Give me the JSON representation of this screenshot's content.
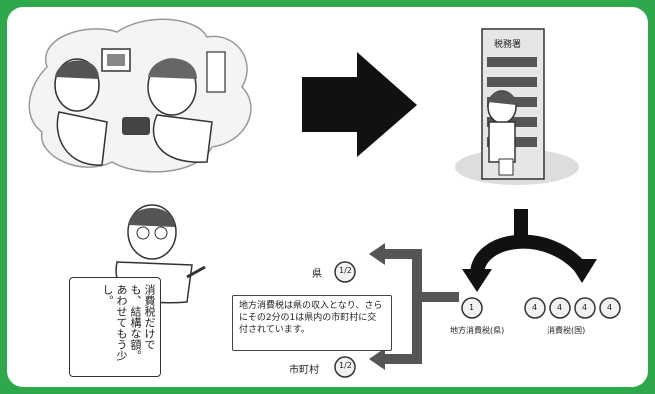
{
  "speech_bubble": {
    "text": "消費税だけでも、結構な額。あわせてもう少し。"
  },
  "explain_box": {
    "text": "地方消費税は県の収入となり、さらにその2分の1は県内の市町村に交付されています。"
  },
  "labels": {
    "prefecture": "県",
    "municipality": "市町村",
    "local_consumption_tax": "地方消費税(県)",
    "consumption_tax": "消費税(国)",
    "tax_office": "税務署"
  },
  "coins": {
    "prefecture": "1/2",
    "municipality": "1/2",
    "local": "1",
    "national": [
      "4",
      "4",
      "4",
      "4"
    ]
  },
  "colors": {
    "border_green": "#2ea84a",
    "arrow_black": "#111111",
    "line_gray": "#555555"
  },
  "icons": {
    "big_arrow": "arrow-right-icon",
    "split_arrow": "split-arrow-icon"
  }
}
